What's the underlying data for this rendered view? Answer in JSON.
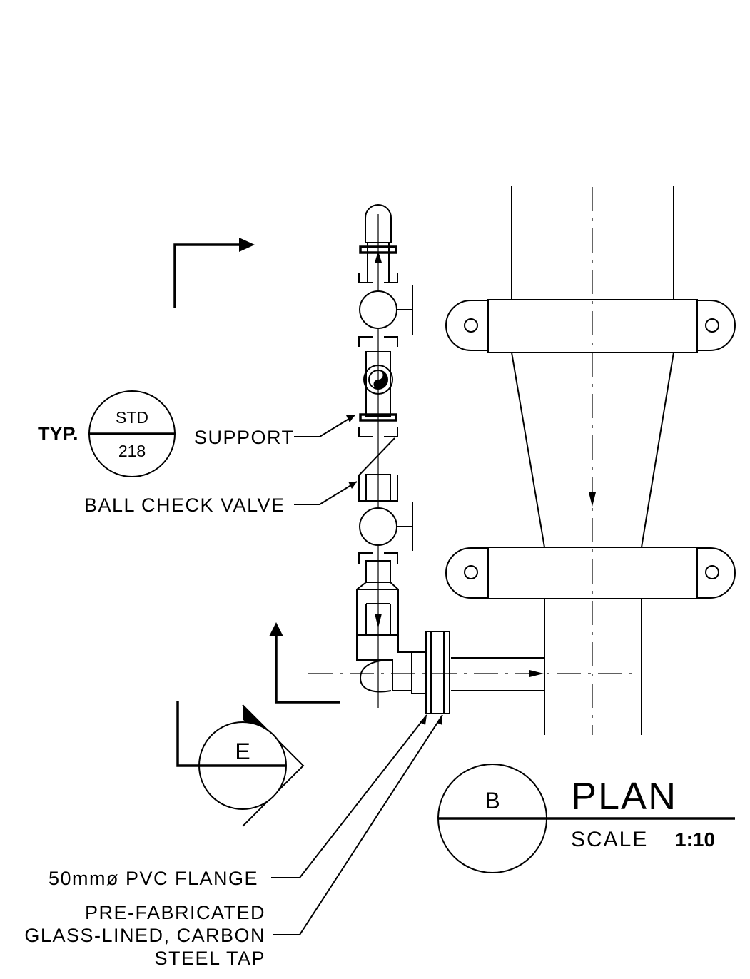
{
  "view": {
    "title": "PLAN",
    "scale_label": "SCALE",
    "scale_value": "1:10",
    "view_id": "B"
  },
  "detail_reference": {
    "prefix": "TYP.",
    "top": "STD",
    "bottom": "218"
  },
  "section_marker": {
    "letter": "E"
  },
  "callouts": {
    "support": "SUPPORT",
    "ball_check_valve": "BALL CHECK VALVE",
    "pvc_flange": "50mmø PVC FLANGE",
    "tap_line1": "PRE-FABRICATED",
    "tap_line2": "GLASS-LINED, CARBON",
    "tap_line3": "STEEL TAP"
  }
}
